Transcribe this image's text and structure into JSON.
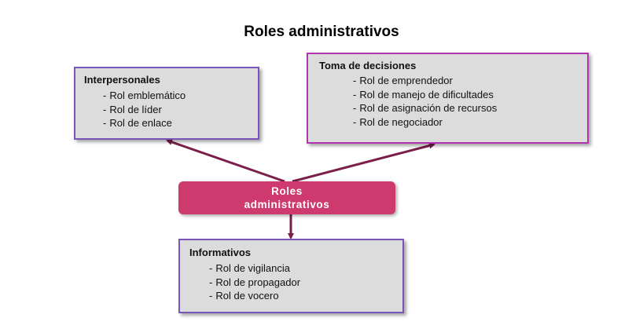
{
  "title": "Roles administrativos",
  "center": {
    "label": "Roles administrativos"
  },
  "boxes": {
    "interpersonales": {
      "heading": "Interpersonales",
      "items": [
        "Rol emblemático",
        "Rol de líder",
        "Rol de enlace"
      ]
    },
    "toma_decisiones": {
      "heading": "Toma de decisiones",
      "items": [
        "Rol de emprendedor",
        "Rol de manejo de dificultades",
        "Rol de asignación de recursos",
        "Rol de negociador"
      ]
    },
    "informativos": {
      "heading": "Informativos",
      "items": [
        "Rol de vigilancia",
        "Rol de propagador",
        "Rol de vocero"
      ]
    }
  },
  "colors": {
    "center_fill": "#cf3a6e",
    "arrow": "#7a1e4a",
    "box_fill": "#dcdcdc",
    "box_border": "#7a55b8",
    "box_border_highlight": "#b035b0"
  },
  "bullet": "-"
}
